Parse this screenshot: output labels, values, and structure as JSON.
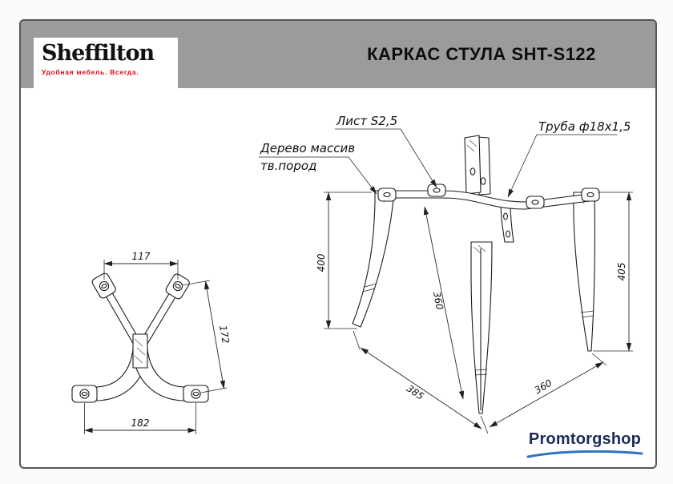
{
  "header": {
    "logo": {
      "brand": "Sheffilton",
      "tagline": "Удобная мебель. Всегда."
    },
    "title": "КАРКАС СТУЛА SHT-S122"
  },
  "drawing": {
    "annotations": {
      "sheet": "Лист S2,5",
      "tube": "Труба ф18х1,5",
      "wood_line1": "Дерево массив",
      "wood_line2": "тв.пород"
    },
    "top_view": {
      "dim_width_top": "117",
      "dim_diag": "172",
      "dim_width_bottom": "182"
    },
    "front_view": {
      "dim_height_left": "400",
      "dim_center": "360",
      "dim_height_right": "405",
      "dim_base_left": "385",
      "dim_base_right": "360"
    }
  },
  "footer": {
    "shop_logo": "Promtorgshop"
  },
  "colors": {
    "header_bar": "#9b9b9b",
    "tagline_red": "#e30613",
    "shop_navy": "#1c2b5a",
    "swoosh_blue": "#2e75c4",
    "frame_border": "#555555"
  }
}
